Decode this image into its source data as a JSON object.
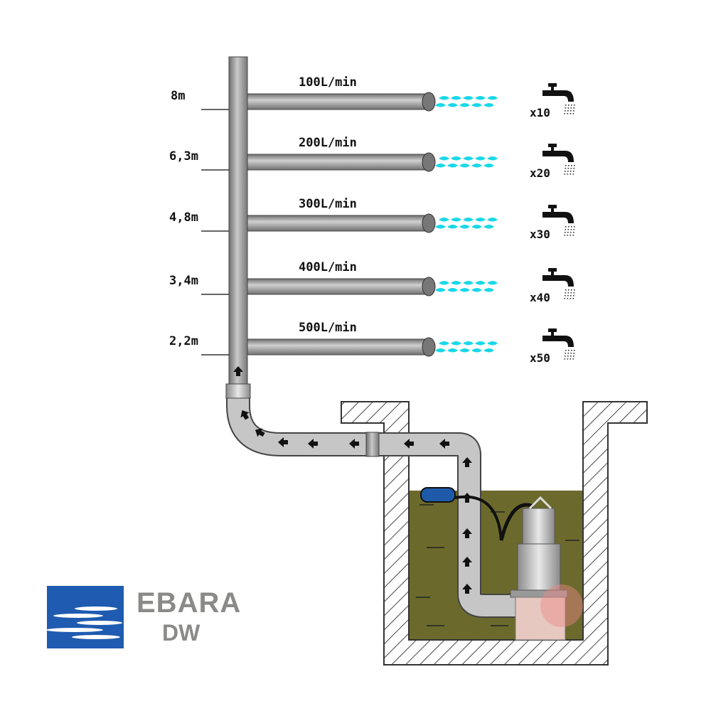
{
  "levels": [
    {
      "height": "8m",
      "flow": "100L/min",
      "taps": "x10"
    },
    {
      "height": "6,3m",
      "flow": "200L/min",
      "taps": "x20"
    },
    {
      "height": "4,8m",
      "flow": "300L/min",
      "taps": "x30"
    },
    {
      "height": "3,4m",
      "flow": "400L/min",
      "taps": "x40"
    },
    {
      "height": "2,2m",
      "flow": "500L/min",
      "taps": "x50"
    }
  ],
  "logo": {
    "brand": "EBARA",
    "model": "DW"
  },
  "colors": {
    "pipe": "#9a9a9a",
    "water_spray": "#19d8e8",
    "sump_water": "#6b6a2c",
    "logo_blue": "#1f5bb0",
    "float": "#1e5aa8"
  },
  "icons": [
    "faucet-icon",
    "water-drop-icon",
    "flow-arrow-icon",
    "submersible-pump",
    "float-switch"
  ]
}
